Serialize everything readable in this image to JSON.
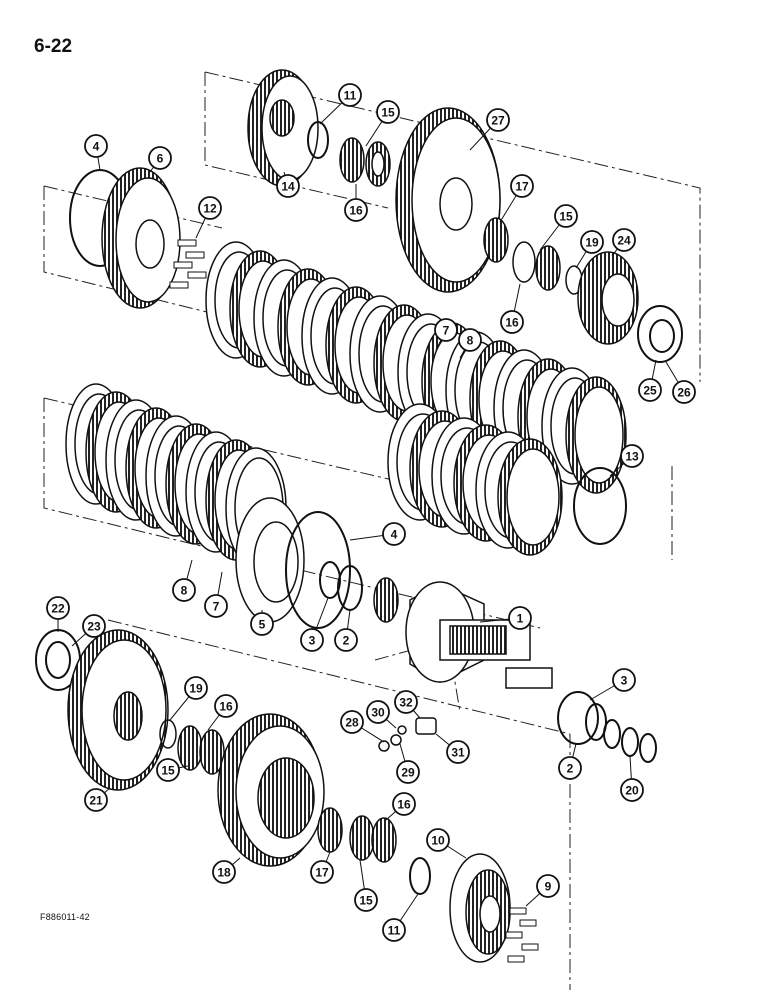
{
  "header": {
    "page_number": "6-22"
  },
  "footer": {
    "figure_code": "F886011-42"
  },
  "callouts": [
    {
      "id": "c11a",
      "label": "11"
    },
    {
      "id": "c15a",
      "label": "15"
    },
    {
      "id": "c27",
      "label": "27"
    },
    {
      "id": "c14",
      "label": "14"
    },
    {
      "id": "c16a",
      "label": "16"
    },
    {
      "id": "c17a",
      "label": "17"
    },
    {
      "id": "c15b",
      "label": "15"
    },
    {
      "id": "c19a",
      "label": "19"
    },
    {
      "id": "c24",
      "label": "24"
    },
    {
      "id": "c16b",
      "label": "16"
    },
    {
      "id": "c25",
      "label": "25"
    },
    {
      "id": "c26",
      "label": "26"
    },
    {
      "id": "c4a",
      "label": "4"
    },
    {
      "id": "c6",
      "label": "6"
    },
    {
      "id": "c12",
      "label": "12"
    },
    {
      "id": "c7a",
      "label": "7"
    },
    {
      "id": "c8a",
      "label": "8"
    },
    {
      "id": "c13",
      "label": "13"
    },
    {
      "id": "c4b",
      "label": "4"
    },
    {
      "id": "c8b",
      "label": "8"
    },
    {
      "id": "c7b",
      "label": "7"
    },
    {
      "id": "c5",
      "label": "5"
    },
    {
      "id": "c3a",
      "label": "3"
    },
    {
      "id": "c2a",
      "label": "2"
    },
    {
      "id": "c1",
      "label": "1"
    },
    {
      "id": "c22",
      "label": "22"
    },
    {
      "id": "c23",
      "label": "23"
    },
    {
      "id": "c19b",
      "label": "19"
    },
    {
      "id": "c16c",
      "label": "16"
    },
    {
      "id": "c32",
      "label": "32"
    },
    {
      "id": "c30",
      "label": "30"
    },
    {
      "id": "c28",
      "label": "28"
    },
    {
      "id": "c29",
      "label": "29"
    },
    {
      "id": "c31",
      "label": "31"
    },
    {
      "id": "c3b",
      "label": "3"
    },
    {
      "id": "c2b",
      "label": "2"
    },
    {
      "id": "c20",
      "label": "20"
    },
    {
      "id": "c21",
      "label": "21"
    },
    {
      "id": "c15c",
      "label": "15"
    },
    {
      "id": "c18",
      "label": "18"
    },
    {
      "id": "c17b",
      "label": "17"
    },
    {
      "id": "c16d",
      "label": "16"
    },
    {
      "id": "c15d",
      "label": "15"
    },
    {
      "id": "c10",
      "label": "10"
    },
    {
      "id": "c9",
      "label": "9"
    },
    {
      "id": "c11b",
      "label": "11"
    }
  ]
}
